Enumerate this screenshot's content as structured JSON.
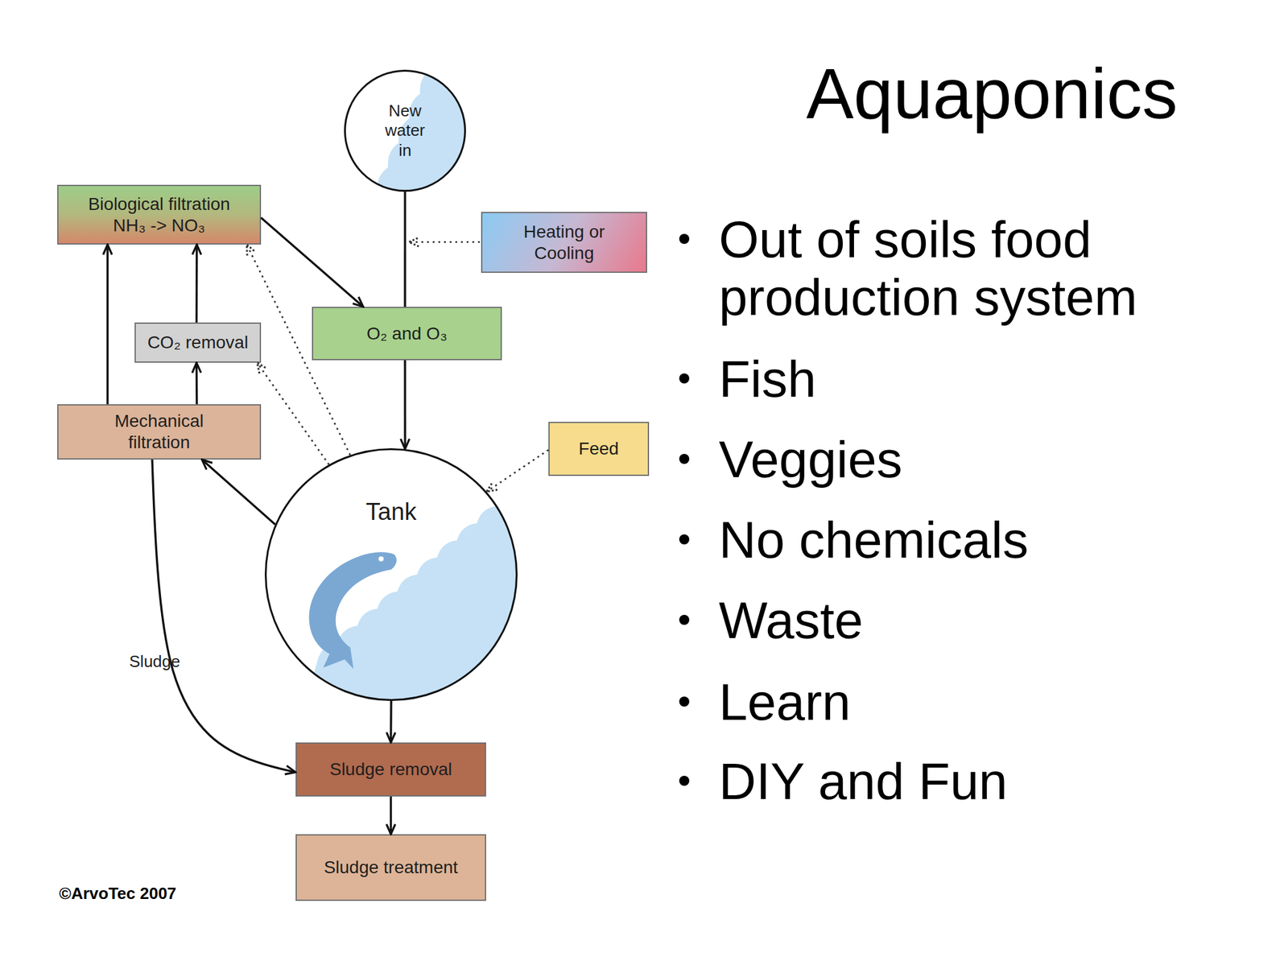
{
  "diagram": {
    "title": "Aquaponics",
    "nodes": [
      {
        "text": [
          "New water in"
        ]
      },
      {
        "text": [
          "Biological filtration",
          "NH₃ -> NO₃"
        ]
      },
      {
        "text": [
          "Heating or Cooling"
        ]
      },
      {
        "text": [
          "CO₂ removal"
        ]
      },
      {
        "text": [
          "O₂ and O₃"
        ]
      },
      {
        "text": [
          "Mechanical filtration"
        ]
      },
      {
        "text": [
          "Feed"
        ]
      },
      {
        "text": [
          "Tank"
        ]
      },
      {
        "text": [
          "Sludge removal"
        ]
      },
      {
        "text": [
          "Sludge treatment"
        ]
      }
    ],
    "edges": [
      {
        "from": 0,
        "to": 4,
        "arrow": "none"
      },
      {
        "from": 4,
        "to": 7,
        "arrow": "to"
      },
      {
        "from": 1,
        "to": 4,
        "arrow": "to"
      },
      {
        "from": 7,
        "to": 5,
        "arrow": "to"
      },
      {
        "from": 5,
        "to": 3,
        "arrow": "to"
      },
      {
        "from": 3,
        "to": 1,
        "arrow": "to"
      },
      {
        "from": 5,
        "to": 1,
        "arrow": "to"
      },
      {
        "from": 7,
        "to": 3,
        "arrow": "to"
      },
      {
        "from": 7,
        "to": 1,
        "arrow": "to"
      },
      {
        "from": 6,
        "to": 7,
        "arrow": "to"
      },
      {
        "from": 5,
        "to": 8,
        "label": "Sludge",
        "arrow": "to"
      },
      {
        "from": 7,
        "to": 8,
        "arrow": "to"
      },
      {
        "from": 8,
        "to": 9,
        "arrow": "to"
      }
    ],
    "labels": [
      "Out of soils food production system",
      "Fish",
      "Veggies",
      "No chemicals",
      "Waste",
      "Learn",
      "DIY and Fun",
      "©ArvoTec 2007"
    ]
  }
}
